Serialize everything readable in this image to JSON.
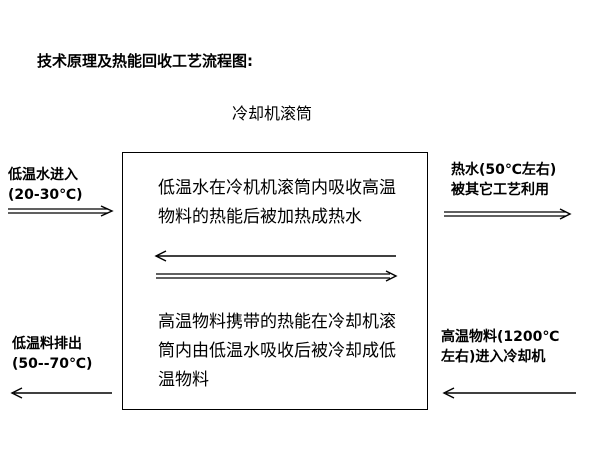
{
  "title": "技术原理及热能回收工艺流程图:",
  "drum_label": "冷却机滚筒",
  "box": {
    "upper_text": "低温水在冷机机滚筒内吸收高温物料的热能后被加热成热水",
    "lower_text": "高温物料携带的热能在冷却机滚筒内由低温水吸收后被冷却成低温物料"
  },
  "left": {
    "water_in": {
      "line1": "低温水进入",
      "line2": "(20-30℃)"
    },
    "material_out": {
      "line1": "低温料排出",
      "line2": "(50--70℃)"
    }
  },
  "right": {
    "hot_water": {
      "line1": "热水(50℃左右)",
      "line2": "被其它工艺利用"
    },
    "material_in": {
      "line1": "高温物料(1200℃",
      "line2": "左右)进入冷却机"
    }
  }
}
